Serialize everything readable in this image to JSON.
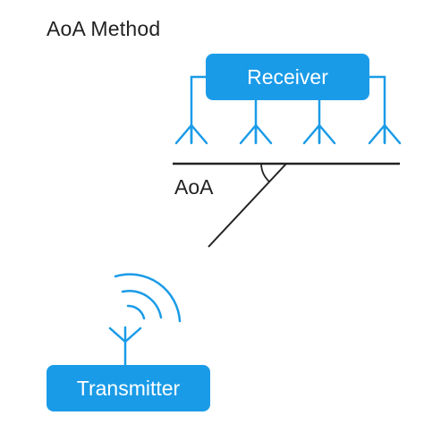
{
  "title": "AoA Method",
  "receiver": {
    "label": "Receiver"
  },
  "transmitter": {
    "label": "Transmitter"
  },
  "angle": {
    "label": "AoA"
  },
  "colors": {
    "accent": "#1a9be8",
    "ink": "#222222",
    "background": "#ffffff"
  },
  "icons": [
    "antenna-icon",
    "signal-waves-icon",
    "angle-arc-icon"
  ]
}
